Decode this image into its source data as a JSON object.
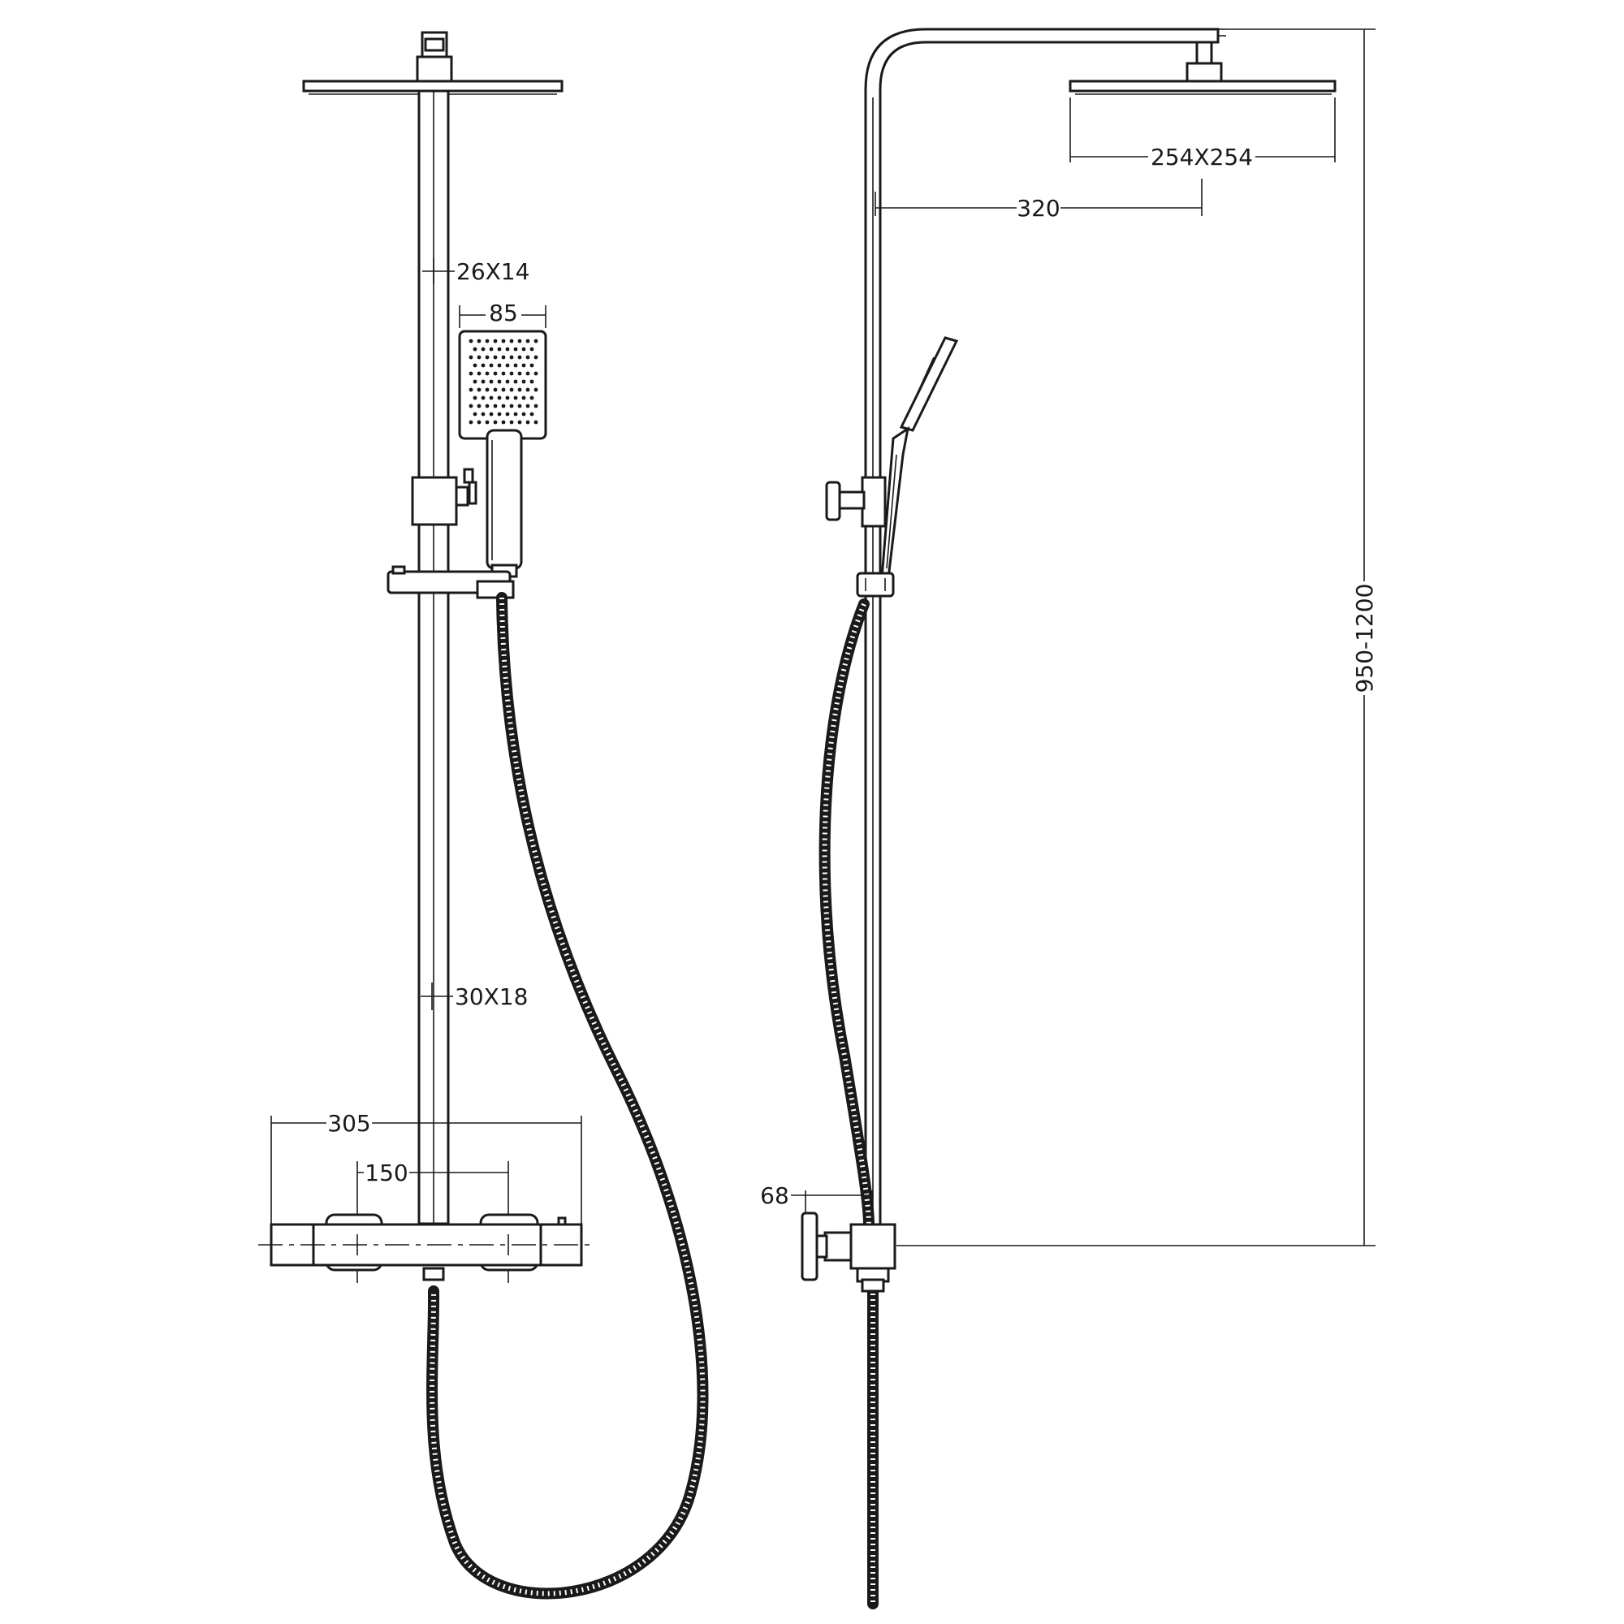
{
  "dimensions": {
    "overhead_arm_cross_section": "26X14",
    "hand_shower_width": "85",
    "riser_cross_section": "30X18",
    "valve_length": "305",
    "valve_centers": "150",
    "overhead_head_size": "254X254",
    "arm_projection": "320",
    "height_range": "950-1200",
    "wall_bracket_offset": "68"
  }
}
